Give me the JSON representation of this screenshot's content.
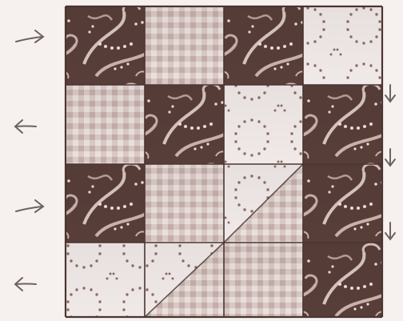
{
  "image": {
    "description_type": "quilt-block-photo",
    "grid": {
      "rows": 4,
      "cols": 4
    },
    "row_arrows": [
      "right",
      "left",
      "right",
      "left"
    ],
    "seam_arrows": [
      "down",
      "down",
      "down"
    ],
    "colors": {
      "background": "#f6f1ee",
      "seam": "#4a3532",
      "arrow": "#6e6260",
      "dark_fabric": "#5a3f3a",
      "dark_fabric_swirl": "#dcc9c2",
      "dark_fabric_dots": "#f1e3de",
      "gingham_light": "#efe5e2",
      "gingham_mid": "#dbcac6",
      "gingham_dark": "#c9b2ad",
      "light_fabric": "#f5eeec",
      "light_fabric_dots": "#8f6f69"
    },
    "cells": [
      [
        "dark",
        "gingham",
        "dark",
        "light"
      ],
      [
        "gingham",
        "dark",
        "light",
        "dark"
      ],
      [
        "dark",
        "gingham",
        "hst-light-gingham",
        "dark"
      ],
      [
        "light",
        "hst-light-gingham",
        "gingham",
        "dark"
      ]
    ]
  }
}
